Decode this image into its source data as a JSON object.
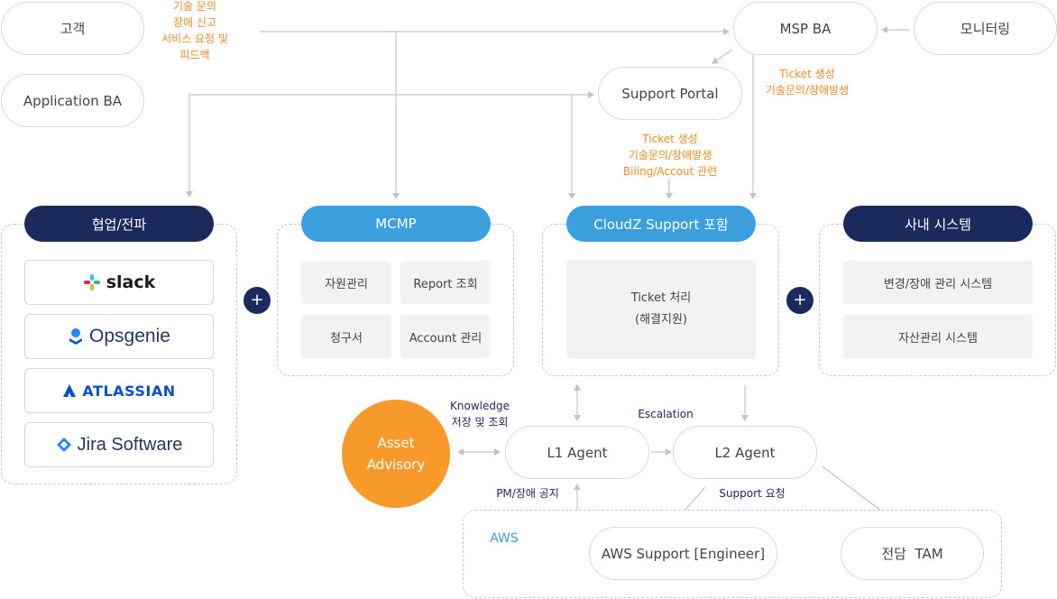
{
  "nodes": {
    "customer": "고객",
    "app_ba": "Application BA",
    "msp_ba": "MSP BA",
    "monitoring": "모니터링",
    "support_portal": "Support Portal",
    "l1_agent": "L1 Agent",
    "l2_agent": "L2 Agent",
    "aws_support": "AWS Support [Engineer]",
    "tam": "전담  TAM",
    "asset_advisory": [
      "Asset",
      "Advisory"
    ]
  },
  "labels": {
    "customer_flow": [
      "기술 문의",
      "장애 신고",
      "서비스 요청 및",
      "피드백"
    ],
    "msp_flow": [
      "Ticket 생성",
      "기술문의/장애발생"
    ],
    "portal_flow": [
      "Ticket 생성",
      "기술문의/장애발생",
      "Biling/Accout 관련"
    ],
    "knowledge": [
      "Knowledge",
      "저장 및 조회"
    ],
    "escalation": "Escalation",
    "pm_notice": "PM/장애 공지",
    "support_request": "Support 요청",
    "aws_group": "AWS"
  },
  "groups": {
    "collab": {
      "title": "협업/전파",
      "logos": [
        {
          "icon": "slack-icon",
          "text": "slack"
        },
        {
          "icon": "opsgenie-icon",
          "text": "Opsgenie"
        },
        {
          "icon": "atlassian-icon",
          "text": "ATLASSIAN"
        },
        {
          "icon": "jira-icon",
          "text": "Jira Software"
        }
      ]
    },
    "mcmp": {
      "title": "MCMP",
      "cells": [
        "자원관리",
        "Report 조회",
        "청구서",
        "Account 관리"
      ]
    },
    "cloudz": {
      "title": "CloudZ Support 포함",
      "cell": [
        "Ticket 처리",
        "(해결지원)"
      ]
    },
    "internal": {
      "title": "사내 시스템",
      "cells": [
        "변경/장애 관리 시스템",
        "자산관리 시스템"
      ]
    }
  },
  "plus_symbol": "+",
  "colors": {
    "navy": "#1b2a5c",
    "blue": "#3a9fdc",
    "orange": "#f08a24",
    "advisory": "#f79a2b",
    "cell_bg": "#f2f2f2",
    "connector": "#c4c4c4"
  }
}
